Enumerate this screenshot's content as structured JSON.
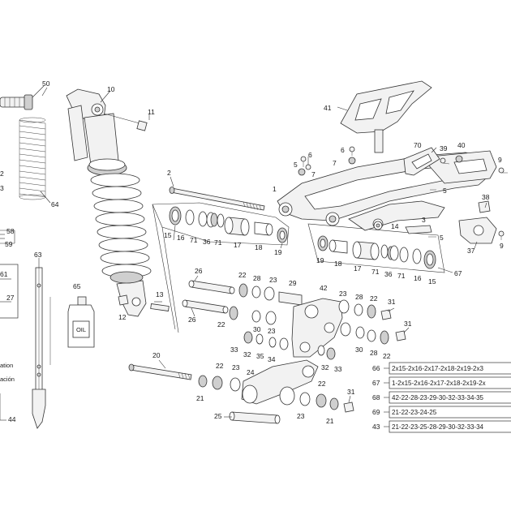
{
  "callouts": {
    "c50": "50",
    "c10": "10",
    "c11": "11",
    "c64": "64",
    "c2": "2",
    "c41": "41",
    "c6a": "6",
    "c6b": "6",
    "c5a": "5",
    "c7a": "7",
    "c7b": "7",
    "c70": "70",
    "c39": "39",
    "c40": "40",
    "c9a": "9",
    "c1": "1",
    "c5b": "5",
    "c5c": "5",
    "c38": "38",
    "c3": "3",
    "c14": "14",
    "c37": "37",
    "c9b": "9",
    "c15a": "15",
    "c16a": "16",
    "c71a": "71",
    "c36a": "36",
    "c71b": "71",
    "c17a": "17",
    "c18a": "18",
    "c19a": "19",
    "c19b": "19",
    "c18b": "18",
    "c17b": "17",
    "c71c": "71",
    "c36b": "36",
    "c71d": "71",
    "c16b": "16",
    "c15b": "15",
    "c67": "67",
    "c58": "58",
    "c59": "59",
    "c63": "63",
    "c61": "61",
    "c27": "27",
    "c65": "65",
    "c26a": "26",
    "c26b": "26",
    "c22a": "22",
    "c28a": "28",
    "c23a": "23",
    "c29": "29",
    "c42": "42",
    "c23b": "23",
    "c28b": "28",
    "c22b": "22",
    "c31a": "31",
    "c13": "13",
    "c12": "12",
    "c22c": "22",
    "c30": "30",
    "c23c": "23",
    "c31b": "31",
    "c33a": "33",
    "c32a": "32",
    "c35": "35",
    "c34": "34",
    "c30b": "30",
    "c28c": "28",
    "c22d": "22",
    "c32b": "32",
    "c33b": "33",
    "c20": "20",
    "c22e": "22",
    "c23d": "23",
    "c24": "24",
    "c21a": "21",
    "c22f": "22",
    "c31c": "31",
    "c25": "25",
    "c23e": "23",
    "c21b": "21",
    "c44": "44",
    "c_left2": "2",
    "c_left3": "3"
  },
  "oil_label": "OIL",
  "left_notes": {
    "ation": "ation",
    "acion": "ación"
  },
  "references": [
    {
      "num": "66",
      "text": "2x15-2x16-2x17-2x18-2x19-2x3"
    },
    {
      "num": "67",
      "text": "1-2x15-2x16-2x17-2x18-2x19-2x"
    },
    {
      "num": "68",
      "text": "42-22-28-23-29-30-32-33-34-35"
    },
    {
      "num": "69",
      "text": "21-22-23-24-25"
    },
    {
      "num": "43",
      "text": "21-22-23-25-28-29-30-32-33-34"
    }
  ]
}
